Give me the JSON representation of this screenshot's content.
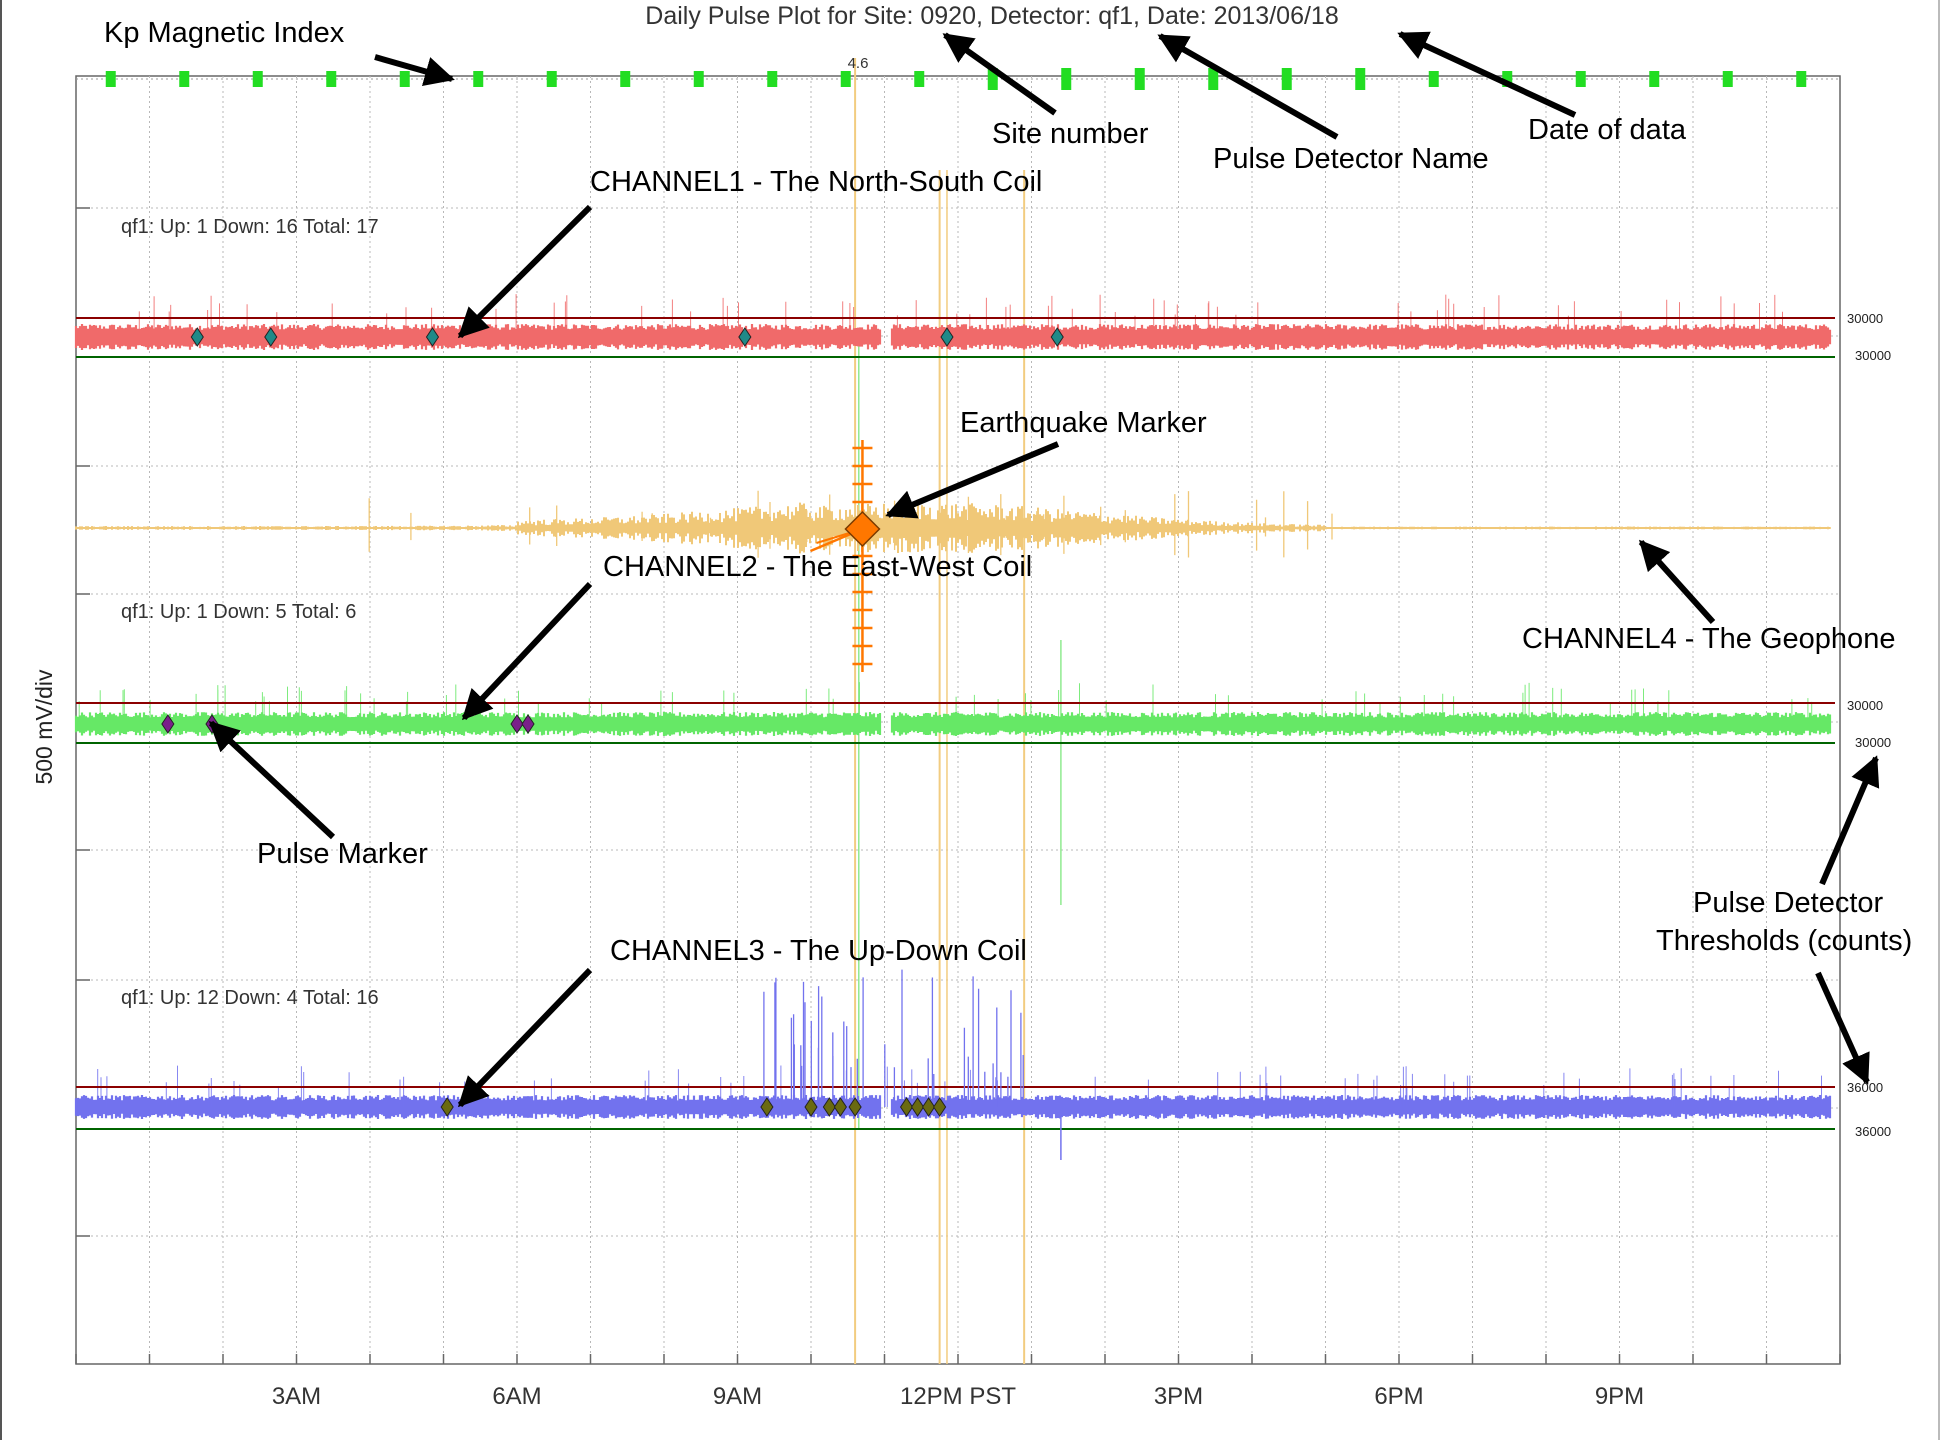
{
  "chart_data": {
    "type": "line",
    "title": "Daily Pulse Plot for Site: 0920, Detector: qf1, Date: 2013/06/18",
    "ylabel": "500 mV/div",
    "x_tick_labels": [
      "3AM",
      "6AM",
      "9AM",
      "12PM PST",
      "3PM",
      "6PM",
      "9PM"
    ],
    "kp": {
      "label": "Kp Magnetic Index",
      "value_label": "4.6",
      "color": "#22dd22",
      "values": [
        1,
        1,
        1,
        1,
        1,
        1,
        1,
        1,
        1,
        1,
        1,
        1,
        2,
        2,
        2,
        2,
        2,
        2,
        1,
        1,
        1,
        1,
        1,
        1
      ]
    },
    "channels": [
      {
        "name": "CHANNEL1 - The North-South Coil",
        "stats": "qf1: Up: 1 Down: 16 Total: 17",
        "color": "#f06a6a",
        "marker_color": "#1f8a88",
        "threshold_up_label": "30000",
        "threshold_down_label": "30000",
        "pulse_marker_hours": [
          1.65,
          2.65,
          4.85,
          9.1,
          11.85,
          13.35
        ]
      },
      {
        "name": "CHANNEL2 - The East-West Coil",
        "stats": "qf1: Up: 1 Down: 5 Total: 6",
        "color": "#66e866",
        "marker_color": "#7a1f8a",
        "threshold_up_label": "30000",
        "threshold_down_label": "30000",
        "pulse_marker_hours": [
          1.25,
          1.85,
          6.0,
          6.15
        ]
      },
      {
        "name": "CHANNEL3 - The Up-Down Coil",
        "stats": "qf1: Up: 12 Down: 4 Total: 16",
        "color": "#7272ee",
        "marker_color": "#6a6a10",
        "threshold_up_label": "36000",
        "threshold_down_label": "36000",
        "pulse_marker_hours": [
          5.05,
          9.4,
          10.0,
          10.25,
          10.4,
          10.6,
          11.3,
          11.45,
          11.6,
          11.75
        ]
      },
      {
        "name": "CHANNEL4 - The Geophone",
        "color": "#f0c878"
      }
    ],
    "earthquake": {
      "hour": 10.7,
      "color": "#ff7700"
    }
  },
  "annotations": {
    "kp": "Kp Magnetic Index",
    "site": "Site number",
    "detector": "Pulse Detector Name",
    "date": "Date of data",
    "ch1": "CHANNEL1 - The North-South Coil",
    "eq": "Earthquake Marker",
    "ch2": "CHANNEL2 - The East-West Coil",
    "ch4": "CHANNEL4 - The Geophone",
    "pulse": "Pulse Marker",
    "thresh1": "Pulse Detector",
    "thresh2": "Thresholds (counts)",
    "ch3": "CHANNEL3 - The Up-Down Coil"
  }
}
